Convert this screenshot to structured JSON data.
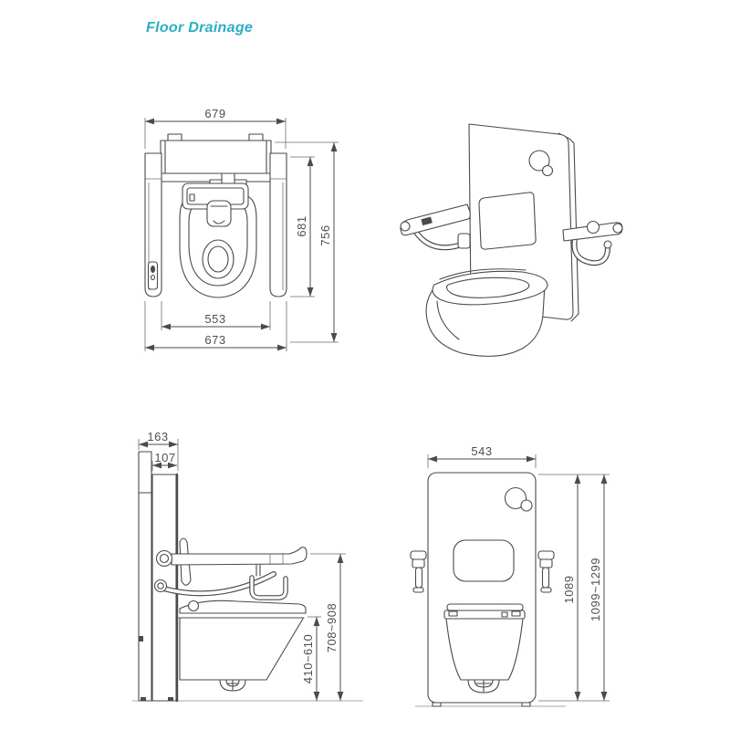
{
  "title": "Floor Drainage",
  "colors": {
    "accent": "#2BAEC5",
    "line": "#4a4a4a",
    "dim_text": "#4f4f4f"
  },
  "views": {
    "plan": {
      "dims": {
        "top_width": "679",
        "rail_depth": "681",
        "overall_depth": "756",
        "inner_width": "553",
        "overall_width": "673"
      }
    },
    "perspective": {},
    "side": {
      "dims": {
        "frame_depth": "163",
        "panel_depth": "107",
        "seat_height_range": "410~610",
        "bar_height_range": "708~908"
      }
    },
    "front": {
      "dims": {
        "panel_width": "543",
        "panel_height": "1089",
        "overall_height_range": "1099~1299"
      }
    }
  }
}
